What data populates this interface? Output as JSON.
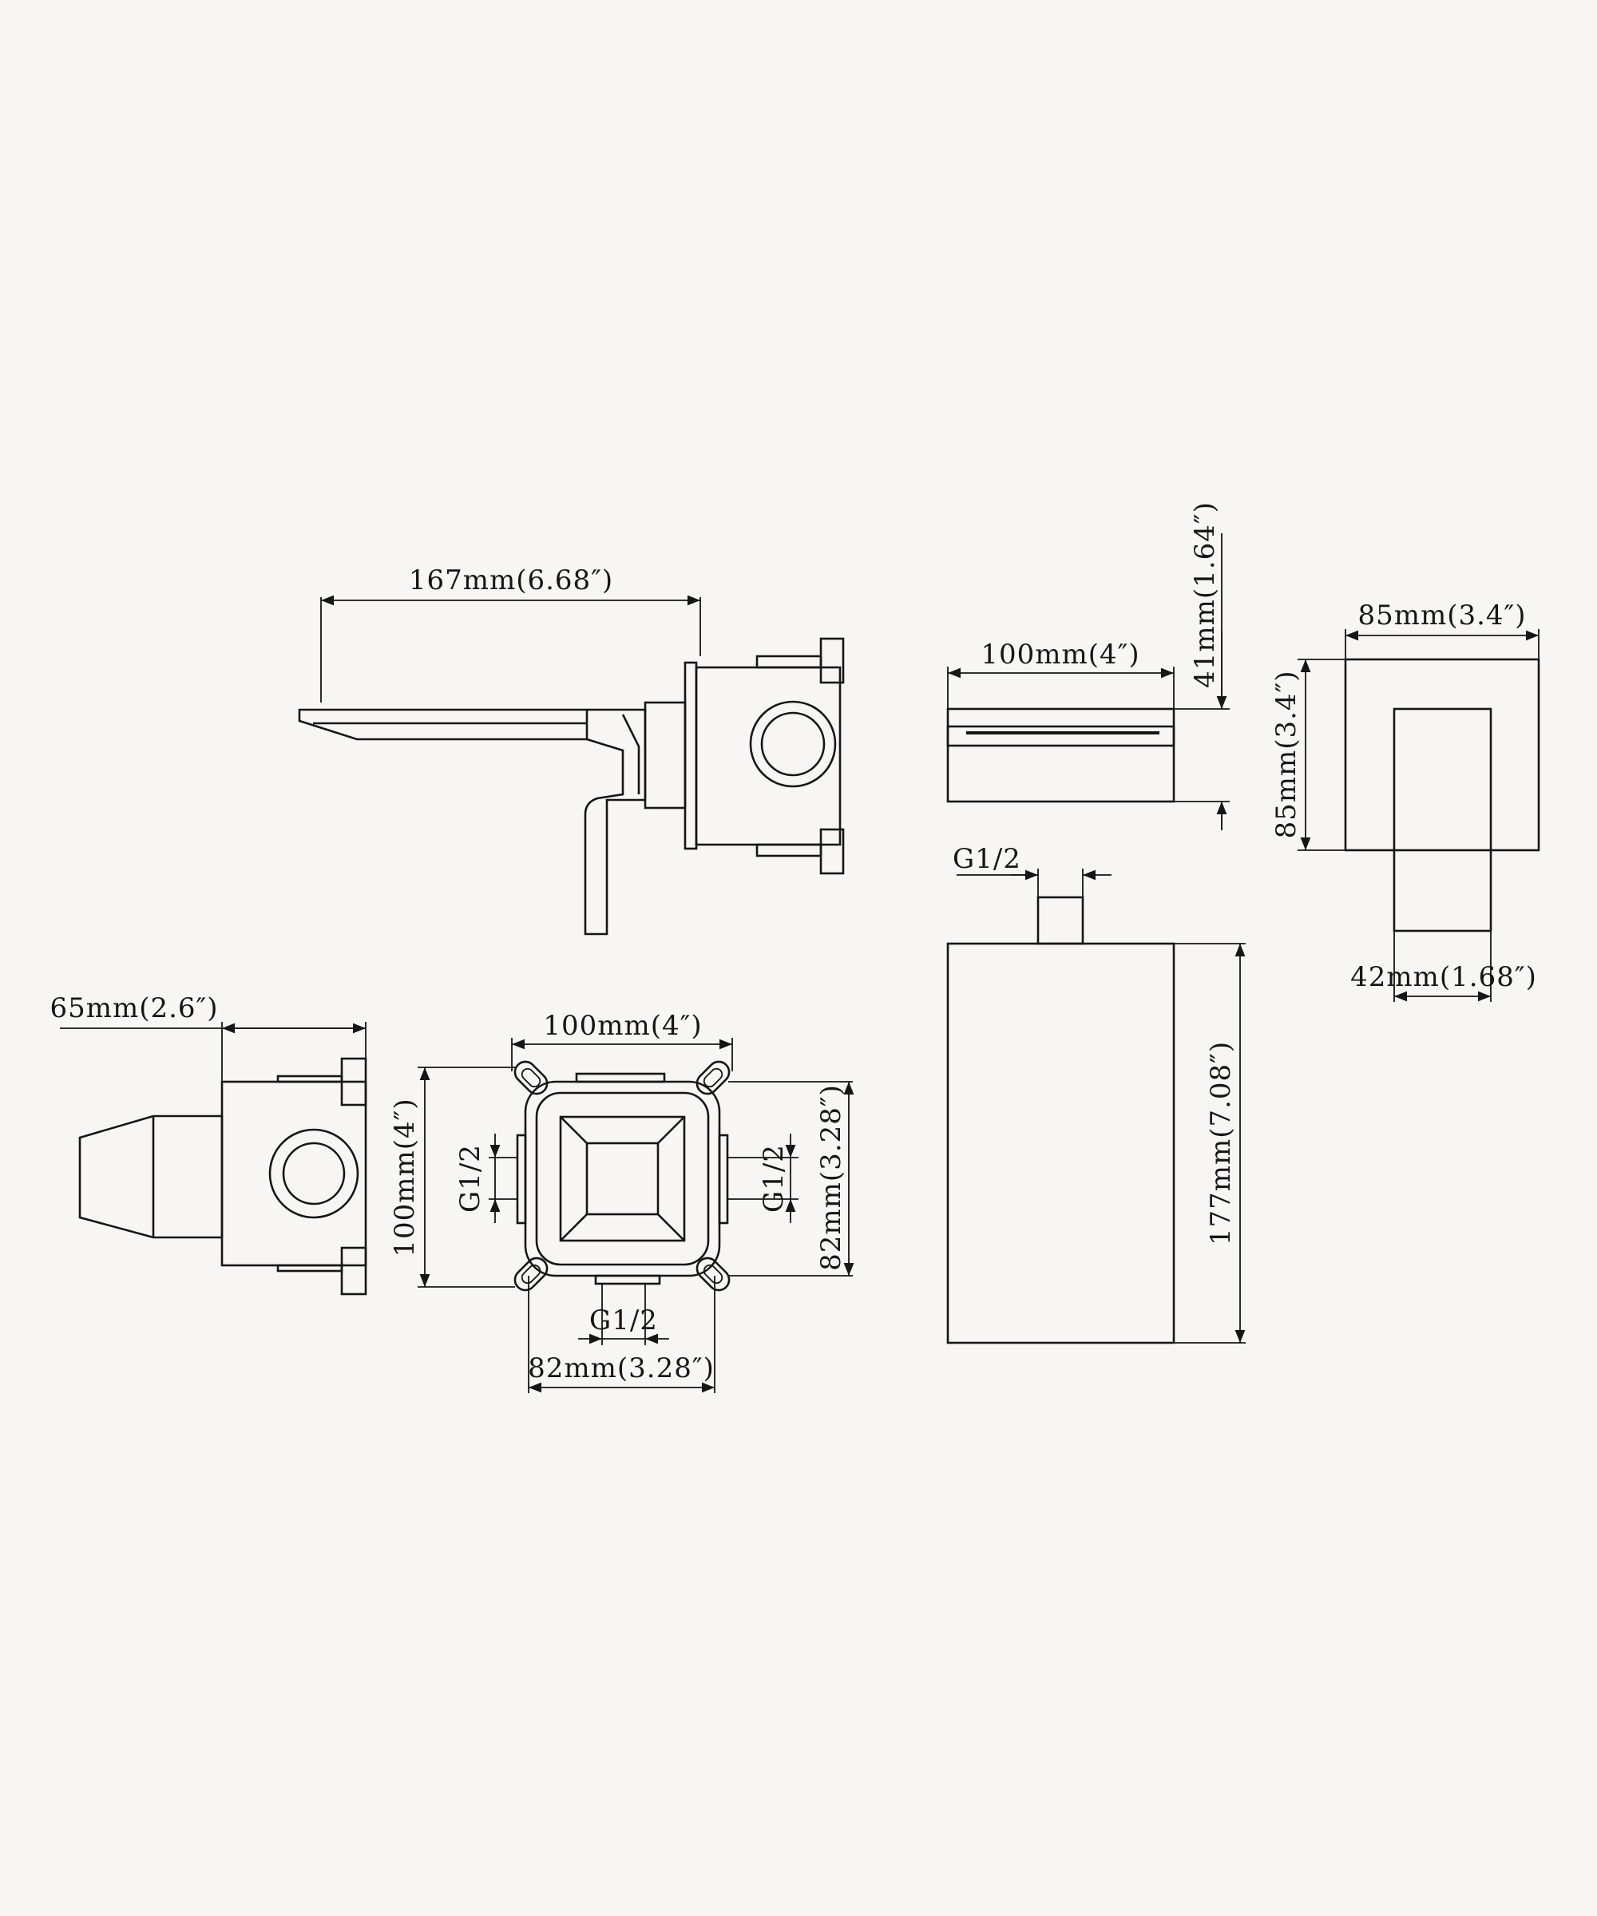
{
  "drawing": {
    "side_view": {
      "length_label": "167mm(6.68″)"
    },
    "spout_top_view": {
      "width_label": "100mm(4″)",
      "height_label": "41mm(1.64″)"
    },
    "front_plate_view": {
      "width_label": "85mm(3.4″)",
      "height_label": "85mm(3.4″)",
      "handle_width_label": "42mm(1.68″)"
    },
    "valve_side_view": {
      "depth_label": "65mm(2.6″)"
    },
    "valve_front_view": {
      "top_width_label": "100mm(4″)",
      "left_height_label": "100mm(4″)",
      "right_height_label": "82mm(3.28″)",
      "bottom_width_label": "82mm(3.28″)",
      "left_port_label": "G1/2",
      "right_port_label": "G1/2",
      "bottom_port_label": "G1/2"
    },
    "spout_body_view": {
      "inlet_label": "G1/2",
      "height_label": "177mm(7.08″)"
    }
  }
}
